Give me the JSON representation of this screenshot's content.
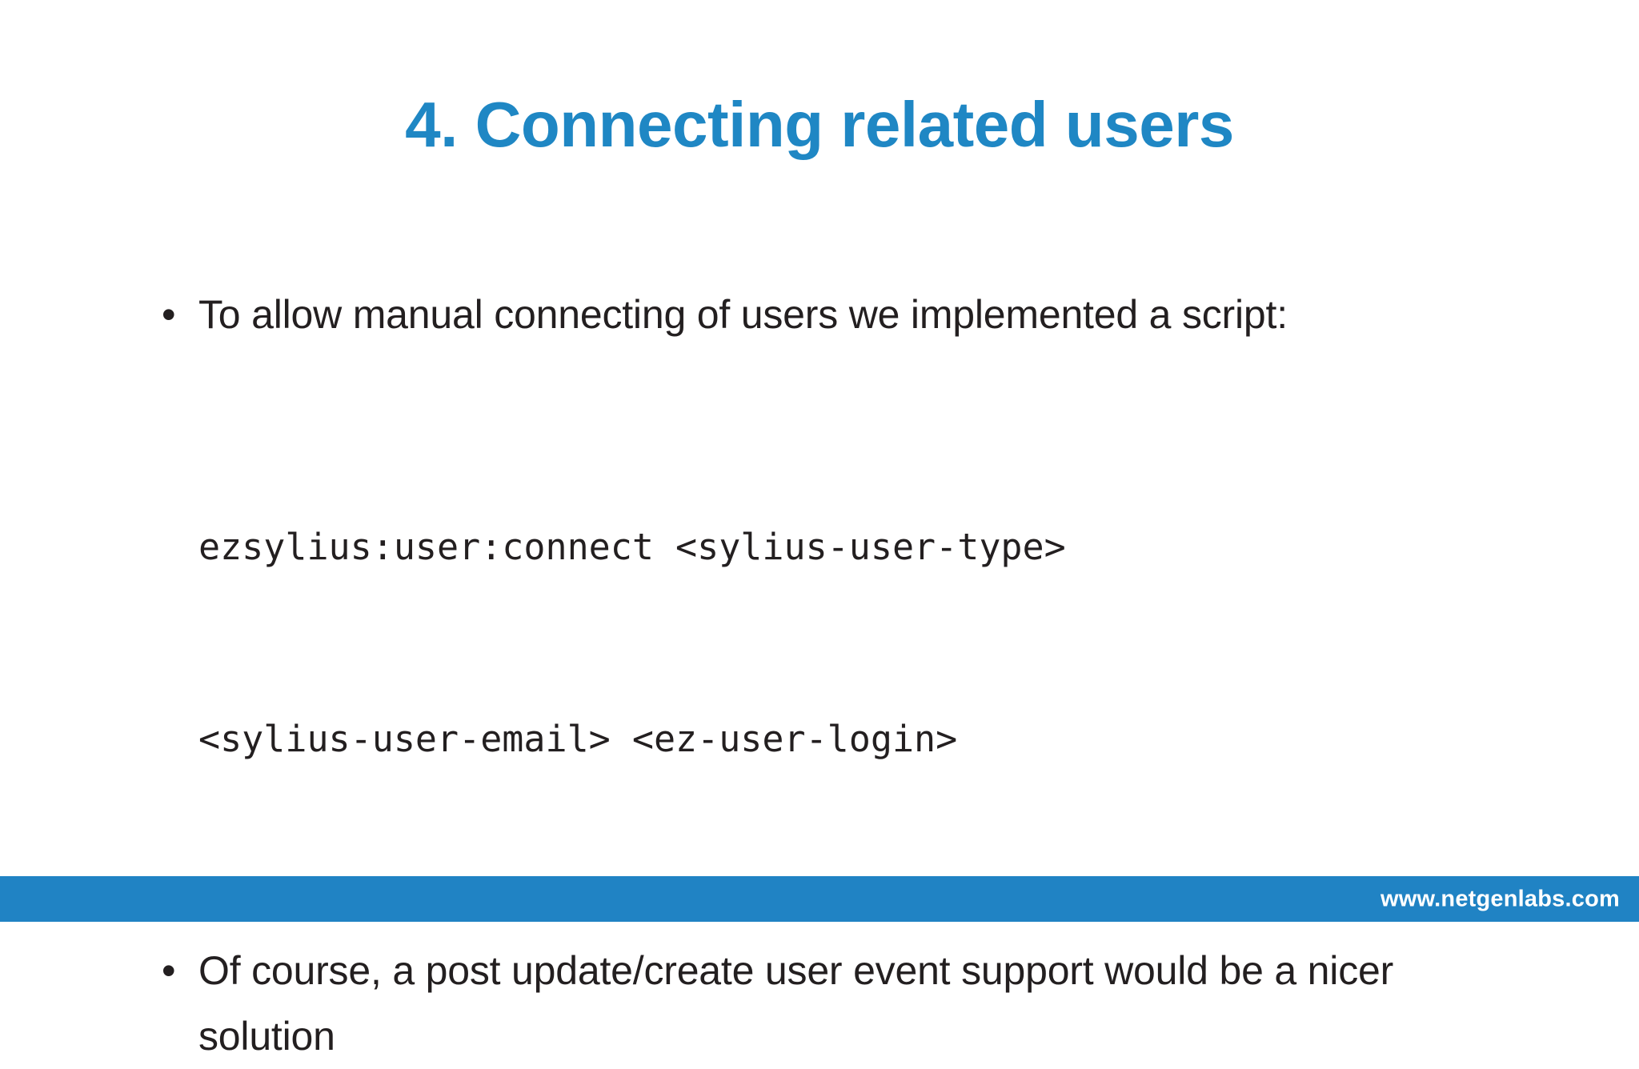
{
  "slide": {
    "title": "4. Connecting related users",
    "title_color": "#1f87c4",
    "background_color": "#ffffff",
    "body_text_color": "#231f20",
    "bullet_marker": "•",
    "bullets": [
      {
        "text": "To allow manual connecting of users we implemented a script:"
      },
      {
        "text": "Of course, a post update/create user event support would be a nicer solution"
      }
    ],
    "code": {
      "line1": "ezsylius:user:connect <sylius-user-type>",
      "line2": "<sylius-user-email> <ez-user-login>"
    }
  },
  "footer": {
    "url": "www.netgenlabs.com",
    "bar_color": "#2083c4",
    "text_color": "#ffffff"
  }
}
